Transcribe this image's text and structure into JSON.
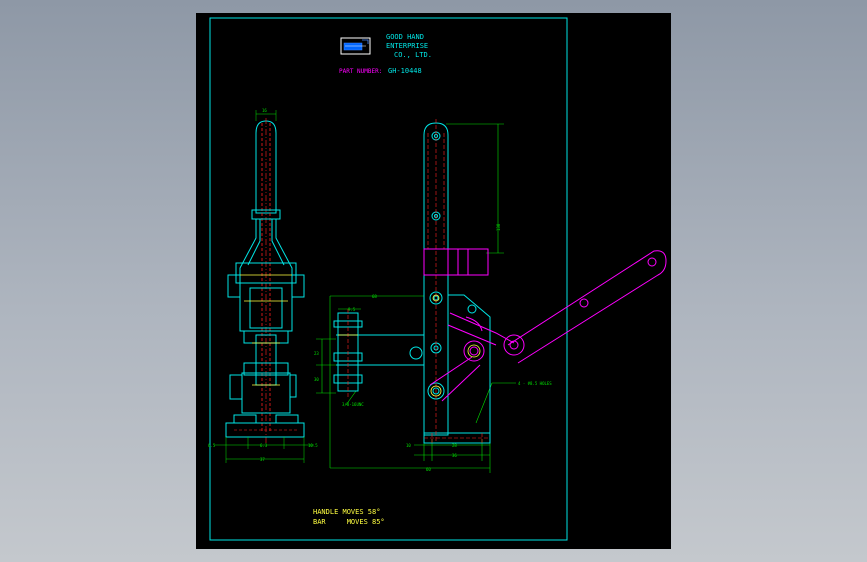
{
  "title_block": {
    "company_line1": "GOOD HAND",
    "company_line2": "ENTERPRISE",
    "company_line3": "CO., LTD.",
    "part_number_label": "PART NUMBER:",
    "part_number_value": "GH-10448"
  },
  "notes": {
    "handle_moves": "HANDLE MOVES 58°",
    "bar_moves": "BAR     MOVES 85°"
  },
  "side_view": {
    "dim_top": "16",
    "dim_left_small": "6.5",
    "dim_mid": "6.3",
    "dim_right_small": "10.5",
    "dim_base": "37"
  },
  "front_view": {
    "dim_height": "138",
    "dim_arm": "68",
    "dim_spindle_width": "9.5",
    "dim_spindle_h1": "23",
    "dim_spindle_h2": "30",
    "thread_label": "3/8-16UNC",
    "holes_label": "4 - #8.5 HOLES",
    "dim_base_left": "10",
    "dim_base_a": "28",
    "dim_base_b": "36",
    "dim_overall": "60"
  },
  "colors": {
    "frame": "#00e5e5",
    "body": "#00e5e5",
    "dimension": "#00e000",
    "hidden": "#ff2020",
    "moved": "#ff00ff",
    "text_yellow": "#ffff40"
  }
}
